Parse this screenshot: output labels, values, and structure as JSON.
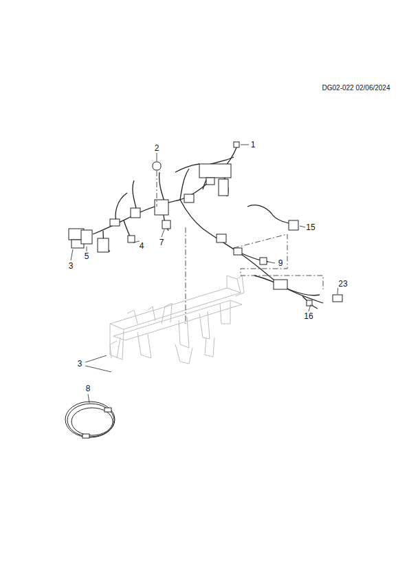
{
  "diagram": {
    "labels": [
      "DG02-022 02/06/2024",
      "1",
      "2",
      "15",
      "7",
      "4",
      "5",
      "3",
      "9",
      "23",
      "16",
      "3",
      "8"
    ]
  }
}
